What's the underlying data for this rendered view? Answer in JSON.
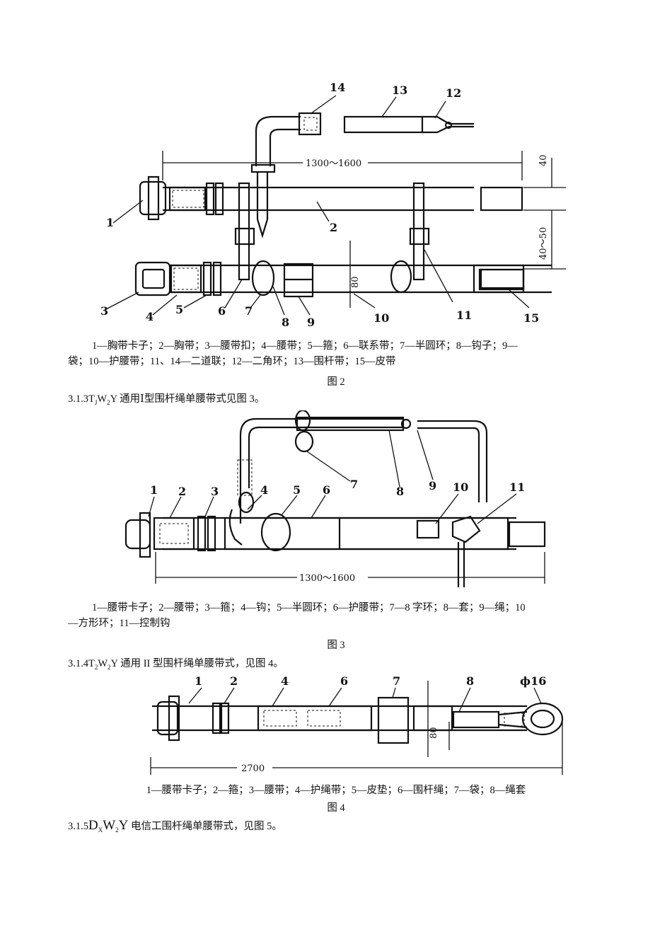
{
  "figure2": {
    "labels": [
      "1",
      "2",
      "3",
      "4",
      "5",
      "6",
      "7",
      "8",
      "9",
      "10",
      "11",
      "12",
      "13",
      "14",
      "15"
    ],
    "dim_length": "1300～1600",
    "dim_40": "40",
    "dim_40_50": "40～50",
    "dim_80": "80",
    "caption_line1": "1—胸带卡子；2—胸带；3—腰带扣；4—腰带；5—箍；6—联系带；7—半圆环；8—钩子；9—",
    "caption_line2": "袋；10—护腰带；11、14—二道联；12—二角环；13—围杆带；15—皮带",
    "label": "图 2"
  },
  "para_3_1_3": {
    "prefix": "3.1.3T",
    "sub1": "J",
    "mid": "W",
    "sub2": "2",
    "suffix": "Y 通用Ⅰ型围杆绳单腰带式见图 3。"
  },
  "figure3": {
    "labels": [
      "1",
      "2",
      "3",
      "4",
      "5",
      "6",
      "7",
      "8",
      "9",
      "10",
      "11"
    ],
    "dim_length": "1300～1600",
    "caption_line1": "1—腰带卡子；2—腰带；3—箍；4—钩；5—半圆环；6—护腰带；7—8 字环；8—套；9—绳；10",
    "caption_line2": "—方形环；11—控制钩",
    "label": "图 3"
  },
  "para_3_1_4": {
    "prefix": "3.1.4T",
    "sub1": "2",
    "mid": "W",
    "sub2": "2",
    "suffix": "Y 通用 II 型围杆绳单腰带式，见图 4。"
  },
  "figure4": {
    "labels": [
      "1",
      "2",
      "4",
      "6",
      "7",
      "8"
    ],
    "dim_phi": "ϕ16",
    "dim_80": "80",
    "dim_total": "2700",
    "caption": "1—腰带卡子；2—箍；3—腰带；4—护绳带；5—皮垫；6—围杆绳；7—袋；8—绳套",
    "label": "图 4"
  },
  "para_3_1_5": {
    "prefix": "3.1.5",
    "big1": "D",
    "sub1": "X",
    "big2": "W",
    "sub2": "2",
    "big3": "Y",
    "suffix": " 电信工围杆绳单腰带式，见图 5。"
  }
}
